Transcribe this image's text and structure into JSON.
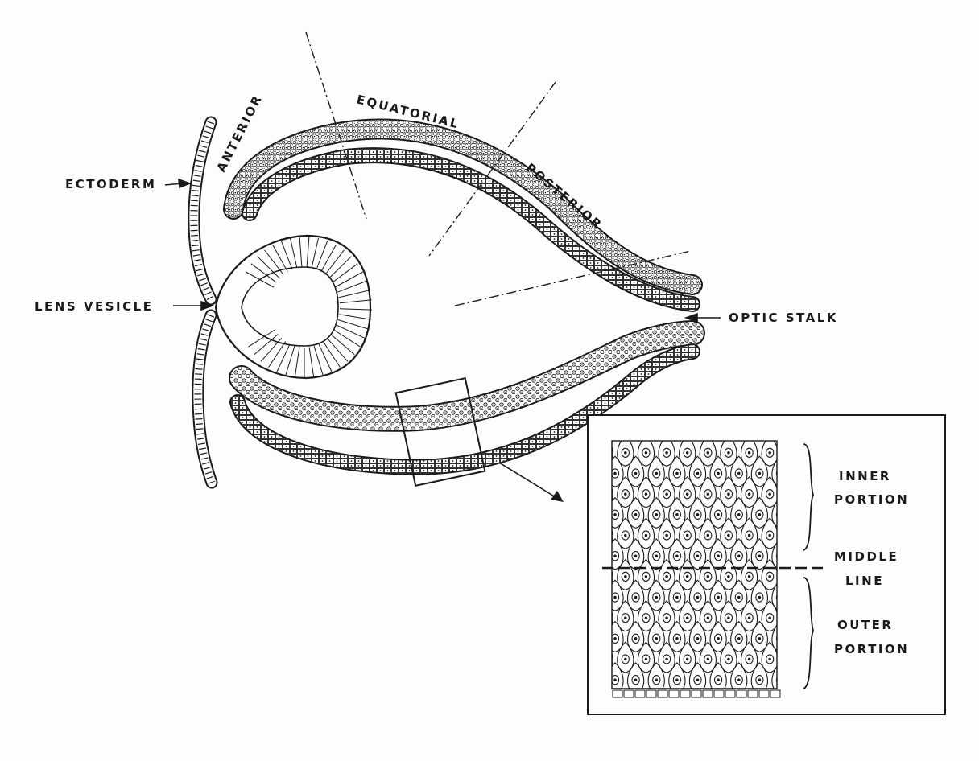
{
  "labels": {
    "ectoderm": "ECTODERM",
    "anterior": "ANTERIOR",
    "equatorial": "EQUATORIAL",
    "posterior": "POSTERIOR",
    "lens_vesicle": "LENS VESICLE",
    "optic_stalk": "OPTIC STALK",
    "inner_portion_1": "INNER",
    "inner_portion_2": "PORTION",
    "middle_line_1": "MIDDLE",
    "middle_line_2": "LINE",
    "outer_portion_1": "OUTER",
    "outer_portion_2": "PORTION"
  },
  "colors": {
    "ink": "#1a1a1a",
    "paper": "#fdfdfb"
  }
}
